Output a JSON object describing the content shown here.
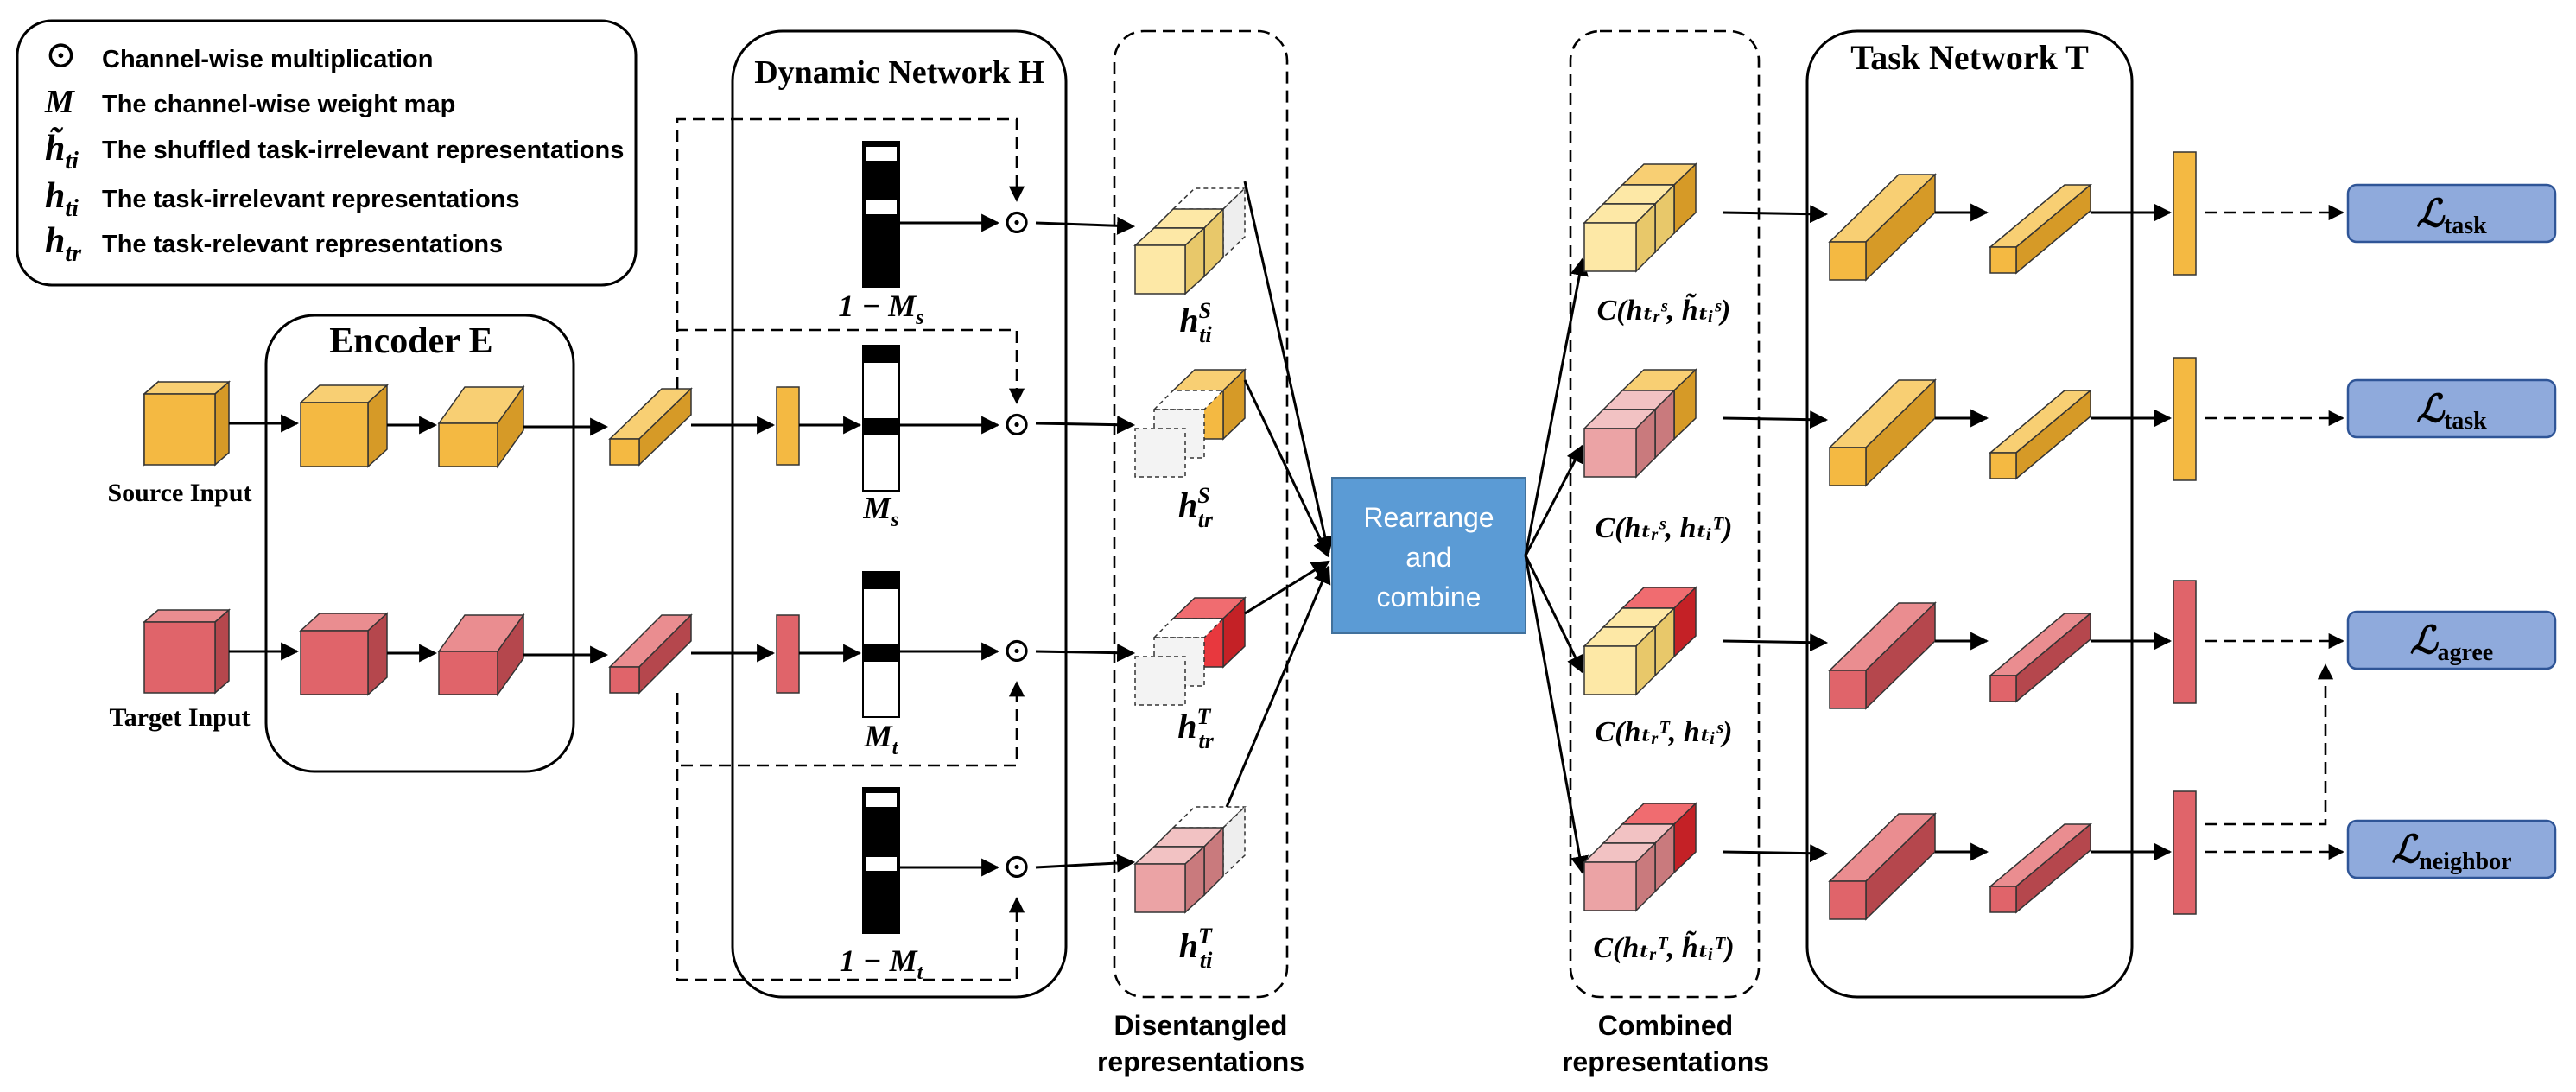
{
  "legend": {
    "items": [
      {
        "symbol": "⊙",
        "text": "Channel-wise multiplication"
      },
      {
        "symbol": "M",
        "text": "The channel-wise weight map"
      },
      {
        "symbol": "h̃",
        "sub": "ti",
        "text": "The shuffled task-irrelevant representations"
      },
      {
        "symbol": "h",
        "sub": "ti",
        "text": "The task-irrelevant representations"
      },
      {
        "symbol": "h",
        "sub": "tr",
        "text": "The task-relevant representations"
      }
    ]
  },
  "modules": {
    "encoder": "Encoder E",
    "dynamic": "Dynamic Network H",
    "task": "Task Network T"
  },
  "inputs": {
    "source": "Source Input",
    "target": "Target Input"
  },
  "maps": {
    "one_minus_ms": "1 − M",
    "one_minus_ms_sub": "s",
    "ms": "M",
    "ms_sub": "s",
    "mt": "M",
    "mt_sub": "t",
    "one_minus_mt": "1 − M",
    "one_minus_mt_sub": "t"
  },
  "op_symbol": "⊙",
  "disentangled": {
    "labels": [
      {
        "h": "h",
        "sup": "S",
        "sub": "ti"
      },
      {
        "h": "h",
        "sup": "S",
        "sub": "tr"
      },
      {
        "h": "h",
        "sup": "T",
        "sub": "tr"
      },
      {
        "h": "h",
        "sup": "T",
        "sub": "ti"
      }
    ],
    "caption_line1": "Disentangled",
    "caption_line2": "representations"
  },
  "rearrange": {
    "line1": "Rearrange",
    "line2": "and",
    "line3": "combine"
  },
  "combined": {
    "labels": [
      "C(hₜᵣˢ, h̃ₜᵢˢ)",
      "C(hₜᵣˢ, hₜᵢᵀ)",
      "C(hₜᵣᵀ, hₜᵢˢ)",
      "C(hₜᵣᵀ, h̃ₜᵢᵀ)"
    ],
    "caption_line1": "Combined",
    "caption_line2": "representations"
  },
  "losses": [
    {
      "symbol": "ℒ",
      "sub": "task"
    },
    {
      "symbol": "ℒ",
      "sub": "task"
    },
    {
      "symbol": "ℒ",
      "sub": "agree"
    },
    {
      "symbol": "ℒ",
      "sub": "neighbor"
    }
  ],
  "colors": {
    "source_front": "#F4B942",
    "source_top": "#F8CF73",
    "source_side": "#D69A27",
    "target_front": "#E0646A",
    "target_top": "#EA8D90",
    "target_side": "#B5474D",
    "light_yellow": "#FDE8A6",
    "red_bright": "#E8383E",
    "pink": "#EBA3A5",
    "rearrange_box": "#5B9BD5",
    "loss_box": "#8FAADC"
  }
}
